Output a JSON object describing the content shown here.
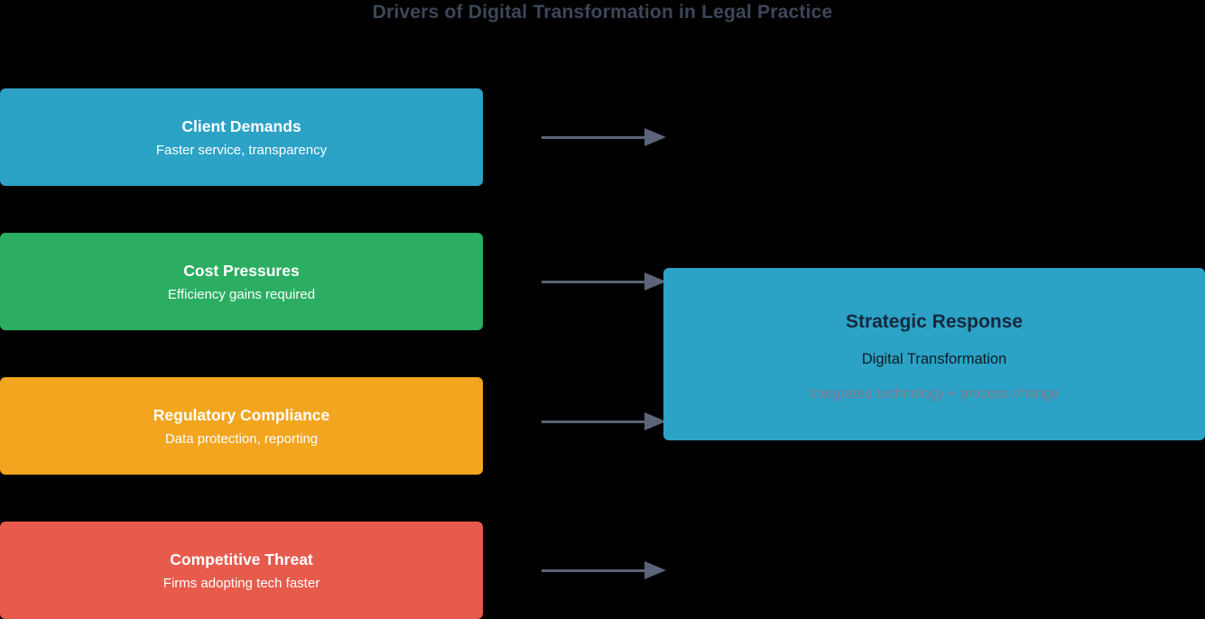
{
  "title": "Drivers of Digital Transformation in Legal Practice",
  "drivers": [
    {
      "title": "Client Demands",
      "subtitle": "Faster service, transparency",
      "color": "#2ba2c6"
    },
    {
      "title": "Cost Pressures",
      "subtitle": "Efficiency gains required",
      "color": "#2bae62"
    },
    {
      "title": "Regulatory Compliance",
      "subtitle": "Data protection, reporting",
      "color": "#f2a51f"
    },
    {
      "title": "Competitive Threat",
      "subtitle": "Firms adopting tech faster",
      "color": "#e65b4c"
    }
  ],
  "response": {
    "title": "Strategic Response",
    "line1": "Digital Transformation",
    "line2": "Integrated technology + process change",
    "color": "#2ba2c6"
  },
  "colors": {
    "background": "#000000",
    "title_text": "#3d4759",
    "arrow": "#5b6478",
    "response_title_text": "#16283c",
    "response_line1_text": "#121a22",
    "response_line2_text": "#837a8a"
  }
}
